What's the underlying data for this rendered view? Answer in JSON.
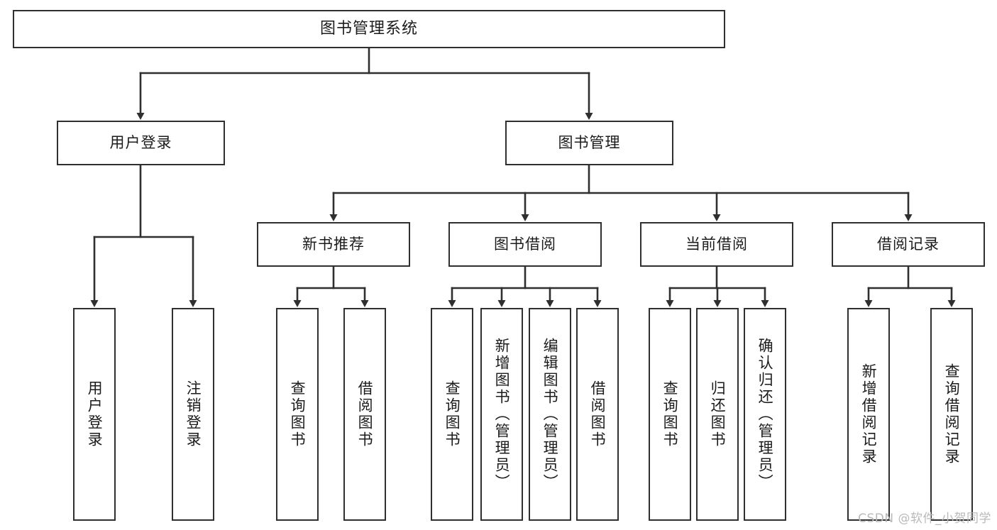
{
  "diagram": {
    "title": "图书管理系统",
    "type": "tree-hierarchy",
    "orientation": "top-down",
    "colors": {
      "box_border": "#2f2f2f",
      "box_fill": "#ffffff",
      "connector": "#2f2f2f",
      "text": "#1b1b1b",
      "watermark": "#b9b9b9"
    }
  },
  "root": {
    "label": "图书管理系统"
  },
  "level2": [
    {
      "label": "用户登录"
    },
    {
      "label": "图书管理"
    }
  ],
  "level3": [
    {
      "label": "新书推荐"
    },
    {
      "label": "图书借阅"
    },
    {
      "label": "当前借阅"
    },
    {
      "label": "借阅记录"
    }
  ],
  "leaves": {
    "user_login": [
      {
        "label": "用户登录"
      },
      {
        "label": "注销登录"
      }
    ],
    "new_book_recommend": [
      {
        "label": "查询图书"
      },
      {
        "label": "借阅图书"
      }
    ],
    "book_borrow": [
      {
        "label": "查询图书"
      },
      {
        "label": "新增图书（管理员）"
      },
      {
        "label": "编辑图书（管理员）"
      },
      {
        "label": "借阅图书"
      }
    ],
    "current_borrow": [
      {
        "label": "查询图书"
      },
      {
        "label": "归还图书"
      },
      {
        "label": "确认归还（管理员）"
      }
    ],
    "borrow_record": [
      {
        "label": "新增借阅记录"
      },
      {
        "label": "查询借阅记录"
      }
    ]
  },
  "watermark": {
    "text": "CSDN @软件_小贺同学"
  }
}
